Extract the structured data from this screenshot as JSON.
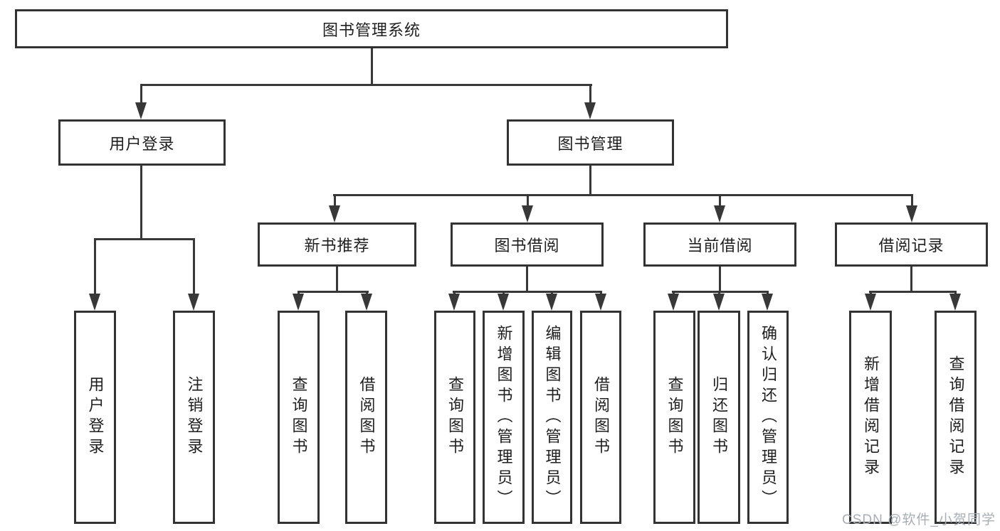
{
  "tree": {
    "label": "图书管理系统",
    "children": [
      {
        "label": "用户登录",
        "children": [
          {
            "label": "用户登录"
          },
          {
            "label": "注销登录"
          }
        ]
      },
      {
        "label": "图书管理",
        "children": [
          {
            "label": "新书推荐",
            "children": [
              {
                "label": "查询图书"
              },
              {
                "label": "借阅图书"
              }
            ]
          },
          {
            "label": "图书借阅",
            "children": [
              {
                "label": "查询图书"
              },
              {
                "label": "新增图书（管理员）"
              },
              {
                "label": "编辑图书（管理员）"
              },
              {
                "label": "借阅图书"
              }
            ]
          },
          {
            "label": "当前借阅",
            "children": [
              {
                "label": "查询图书"
              },
              {
                "label": "归还图书"
              },
              {
                "label": "确认归还（管理员）"
              }
            ]
          },
          {
            "label": "借阅记录",
            "children": [
              {
                "label": "新增借阅记录"
              },
              {
                "label": "查询借阅记录"
              }
            ]
          }
        ]
      }
    ]
  },
  "watermark": {
    "text": "CSDN @软件_小贺同学"
  },
  "colors": {
    "box_border": "#333333",
    "connector_line": "#383838",
    "text": "#1f1f1f",
    "watermark": "#a7aeb6",
    "background": "#ffffff"
  }
}
